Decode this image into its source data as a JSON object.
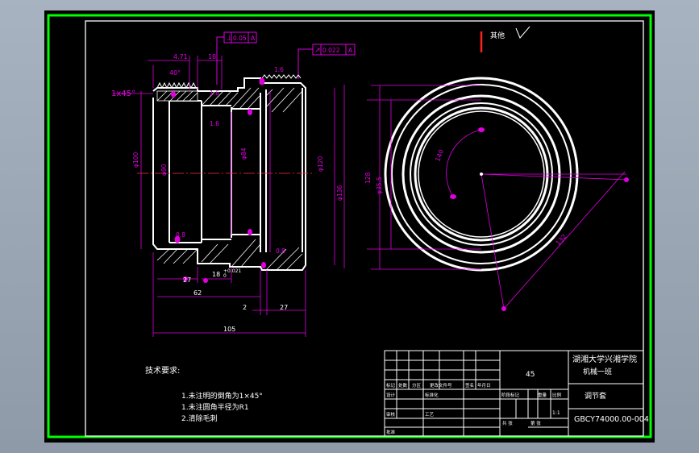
{
  "colors": {
    "frame": "#00ff00",
    "linework": "#ffffff",
    "dimension": "#e000e0",
    "background": "#000000"
  },
  "gdt": {
    "perpendicularity": {
      "symbol": "⊥",
      "value": "0.05",
      "datum": "A"
    },
    "circular_runout": {
      "symbol": "↗",
      "value": "0.022",
      "datum": "A"
    }
  },
  "roughness": {
    "general": {
      "label": "其他",
      "value": ""
    },
    "callouts": [
      "1.6",
      "1.6",
      "1.6",
      "0.8",
      "0.8"
    ]
  },
  "chamfer_callout": "1x45°",
  "dimensions": {
    "top": [
      "4.71",
      "18",
      "40°"
    ],
    "bottom": [
      "27",
      "18",
      "62",
      "2",
      "27",
      "105"
    ],
    "diameters": [
      "φ100",
      "φ90",
      "φ84",
      "φ120",
      "φ136",
      "128",
      "φ35.5",
      "132",
      "140"
    ],
    "small_tolerance": [
      "+0.021",
      "0"
    ]
  },
  "tech_requirements": {
    "heading": "技术要求:",
    "items": [
      "1.未注明的倒角为1×45°",
      "1.未注圆角半径为R1",
      "2.清除毛刺"
    ]
  },
  "title_block": {
    "material": "45",
    "school": "湖湘大学兴湘学院",
    "class": "机械一班",
    "part_name": "调节套",
    "drawing_no": "GBCY74000.00-004",
    "scale": "1:1",
    "row_labels": [
      "标记",
      "处数",
      "分区",
      "更改文件号",
      "签名",
      "年月日"
    ],
    "row_labels_2": [
      "设计",
      "标准化",
      "阶段标记",
      "重量",
      "比例"
    ],
    "row_labels_3": [
      "审核",
      "工艺",
      "批准",
      "共  张",
      "第  张"
    ]
  }
}
